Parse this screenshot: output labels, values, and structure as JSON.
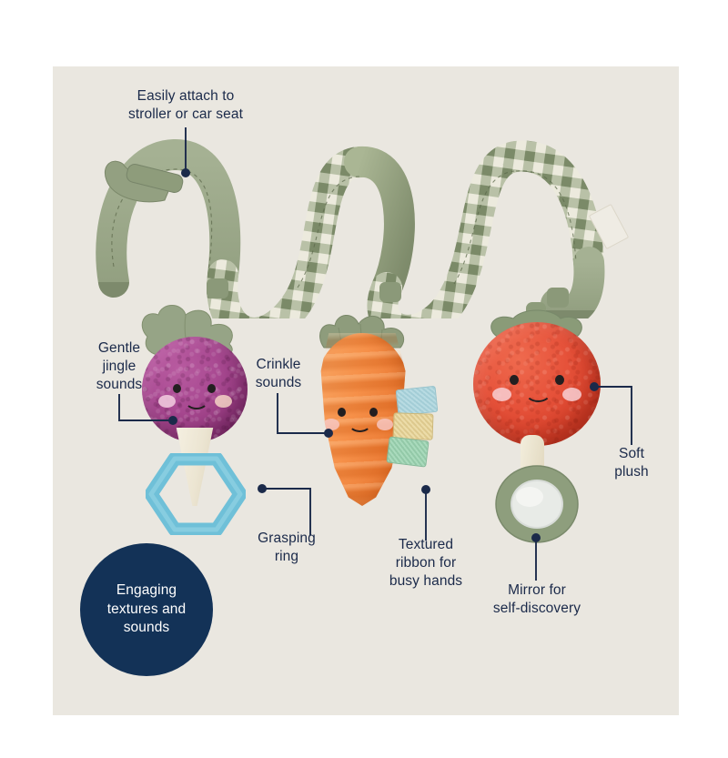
{
  "panel": {
    "background_color": "#eae7e0",
    "page_background": "#ffffff"
  },
  "theme": {
    "navy": "#1b2a4a",
    "badge_navy": "#133257",
    "badge_text_color": "#ffffff",
    "sage_green": "#8f9c7f",
    "gingham_green": "#7e8f6c",
    "beet_purple": "#a94a92",
    "carrot_orange": "#f58b42",
    "tomato_red": "#e6523a",
    "teether_blue": "#6fc0d8",
    "cream": "#f0ead9"
  },
  "badge": {
    "text": "Engaging\ntextures and\nsounds"
  },
  "callouts": [
    {
      "id": "attach",
      "text": "Easily attach to\nstroller or car seat",
      "align": "center"
    },
    {
      "id": "jingle",
      "text": "Gentle\njingle\nsounds",
      "align": "center"
    },
    {
      "id": "crinkle",
      "text": "Crinkle\nsounds",
      "align": "center"
    },
    {
      "id": "grasping",
      "text": "Grasping\nring",
      "align": "center"
    },
    {
      "id": "textured",
      "text": "Textured\nribbon for\nbusy hands",
      "align": "center"
    },
    {
      "id": "soft",
      "text": "Soft\nplush",
      "align": "center"
    },
    {
      "id": "mirror",
      "text": "Mirror for\nself-discovery",
      "align": "center"
    }
  ],
  "toys": [
    {
      "id": "beet",
      "name": "Beet plush teether",
      "body_color": "#a94a92",
      "leaf_color": "#93a383",
      "accessory": "hexagonal grasping ring",
      "accessory_color": "#6fc0d8"
    },
    {
      "id": "carrot",
      "name": "Carrot crinkle plush",
      "body_color": "#f58b42",
      "leaf_color": "#93a383",
      "accessory": "textured ribbon tags",
      "ribbon_colors": [
        "#b8dbe2",
        "#ead9a6",
        "#a8d9bd"
      ]
    },
    {
      "id": "tomato",
      "name": "Tomato plush with mirror",
      "body_color": "#e6523a",
      "leaf_color": "#8a9b78",
      "accessory": "mirror ring",
      "accessory_color": "#8e9e7d"
    }
  ],
  "spiral": {
    "description": "Gingham and sage green fabric activity spiral",
    "attachment": "hook-and-loop strap"
  }
}
